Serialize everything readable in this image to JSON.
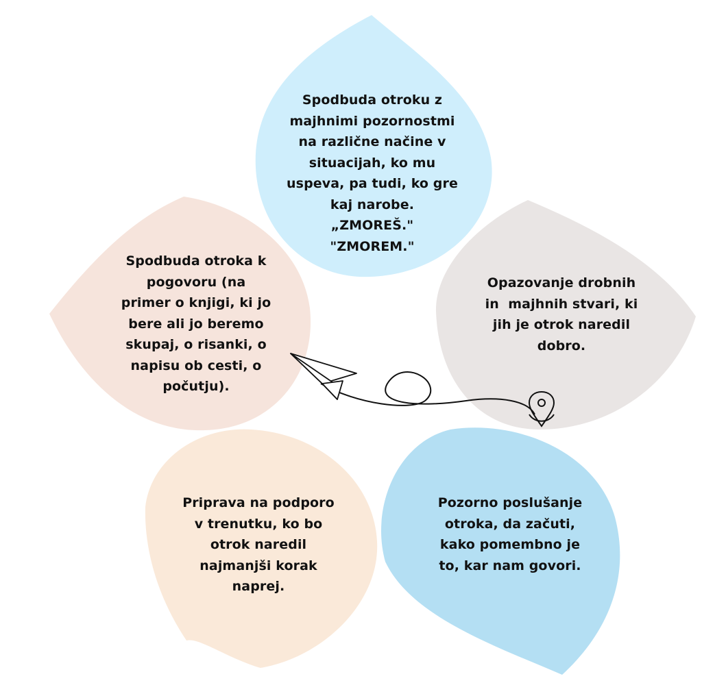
{
  "petals": {
    "top": {
      "color": "#cfeefc",
      "lines": [
        "Spodbuda otroku z",
        "majhnimi pozornostmi",
        "na različne načine v",
        "situacijah, ko mu",
        "uspeva, pa tudi, ko gre",
        "kaj narobe.",
        "„ZMOREŠ.\"",
        "\"ZMOREM.\""
      ]
    },
    "left": {
      "color": "#f6e4dc",
      "lines": [
        "Spodbuda otroka k",
        "pogovoru (na",
        "primer o knjigi, ki jo",
        "bere ali jo beremo",
        "skupaj, o risanki, o",
        "napisu ob cesti, o",
        "počutju)."
      ]
    },
    "right": {
      "color": "#e9e5e4",
      "lines": [
        "Opazovanje drobnih",
        "in  majhnih stvari, ki",
        "jih je otrok naredil",
        "dobro."
      ]
    },
    "bottom_left": {
      "color": "#fae9d9",
      "lines": [
        "Priprava na podporo",
        "v trenutku, ko bo",
        "otrok naredil",
        "najmanjši korak",
        "naprej."
      ]
    },
    "bottom_right": {
      "color": "#b4dff3",
      "lines": [
        "Pozorno poslušanje",
        "otroka, da začuti,",
        "kako pomembno je",
        "to, kar nam govori."
      ]
    }
  },
  "icons": {
    "plane": "paper-plane-icon",
    "pin": "location-pin-icon"
  }
}
